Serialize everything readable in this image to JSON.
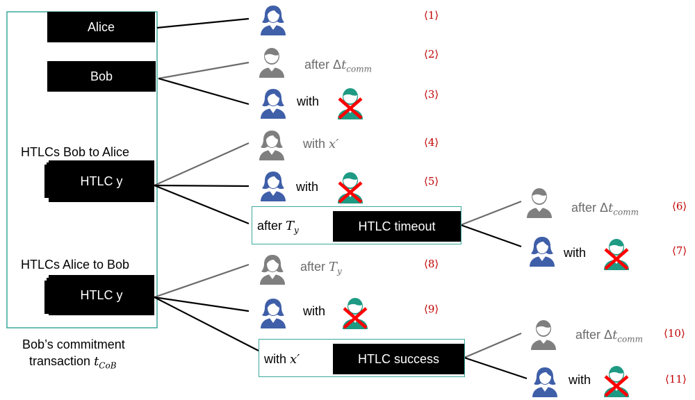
{
  "colors": {
    "alice": "#3f5fa8",
    "bob": "#7f7f7f",
    "green": "#1e9a84",
    "cross": "#ff0000",
    "box_border": "#3aa89a",
    "number": "#c00000"
  },
  "outputs": {
    "alice": "Alice",
    "bob": "Bob",
    "htlcs_bob_to_alice": "HTLCs Bob to Alice",
    "htlc_y_1": "HTLC y",
    "htlcs_alice_to_bob": "HTLCs Alice to Bob",
    "htlc_y_2": "HTLC y"
  },
  "commitment": {
    "line1": "Bob’s commitment",
    "line2": "transaction ",
    "tx_symbol": "t",
    "tx_sub": "CoB"
  },
  "second_stage": {
    "timeout_cond_prefix": "after ",
    "timeout_cond_symbol": "T",
    "timeout_cond_sub": "y",
    "timeout_label": "HTLC timeout",
    "success_cond_prefix": "with ",
    "success_cond_symbol": "x′",
    "success_label": "HTLC success"
  },
  "conditions": {
    "after": "after ",
    "delta": "Δ",
    "t": "t",
    "comm": "comm",
    "with": "with",
    "with_space": "with ",
    "x_prime": "x′",
    "T": "T",
    "y": "y"
  },
  "branch_numbers": [
    "⟨1⟩",
    "⟨2⟩",
    "⟨3⟩",
    "⟨4⟩",
    "⟨5⟩",
    "⟨6⟩",
    "⟨7⟩",
    "⟨8⟩",
    "⟨9⟩",
    "⟨10⟩",
    "⟨11⟩"
  ],
  "icons": {
    "alice": "alice-person-icon",
    "bob": "bob-person-icon",
    "revoked": "green-person-crossed-icon"
  }
}
